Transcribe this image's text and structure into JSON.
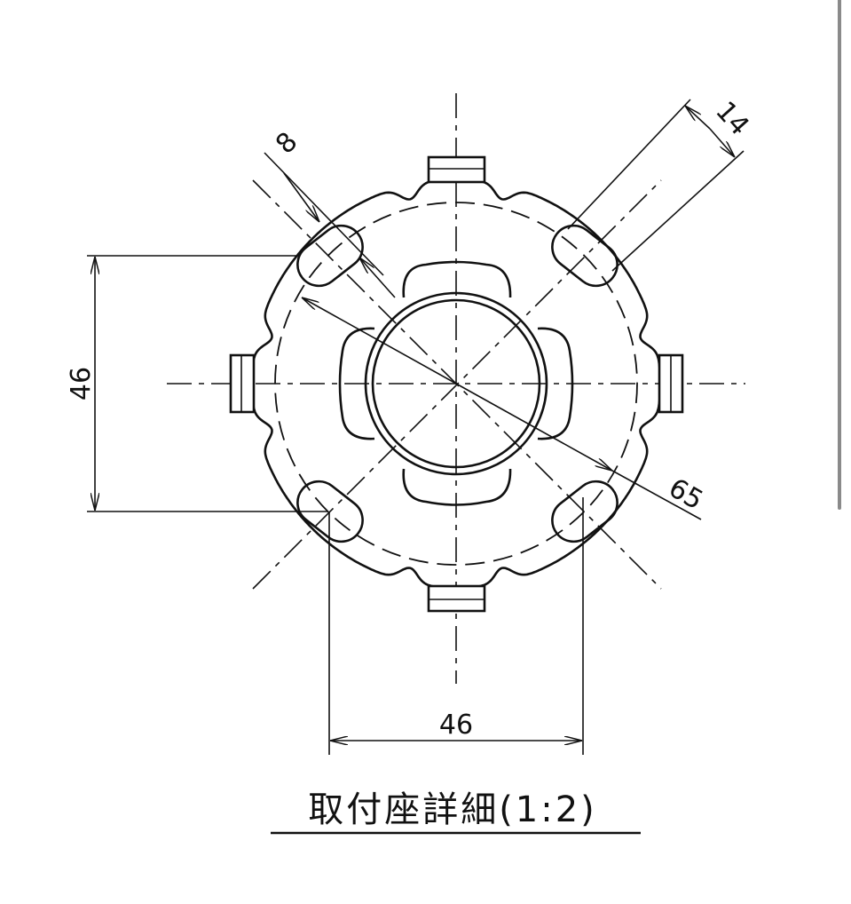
{
  "drawing": {
    "title": "取付座詳細(1:2)",
    "dimensions": {
      "vertical_spacing": "46",
      "horizontal_spacing": "46",
      "diameter": "65",
      "slot_width": "8",
      "slot_length": "14"
    }
  },
  "colors": {
    "line": "#111111",
    "scrollbar": "#8a8a8a"
  }
}
